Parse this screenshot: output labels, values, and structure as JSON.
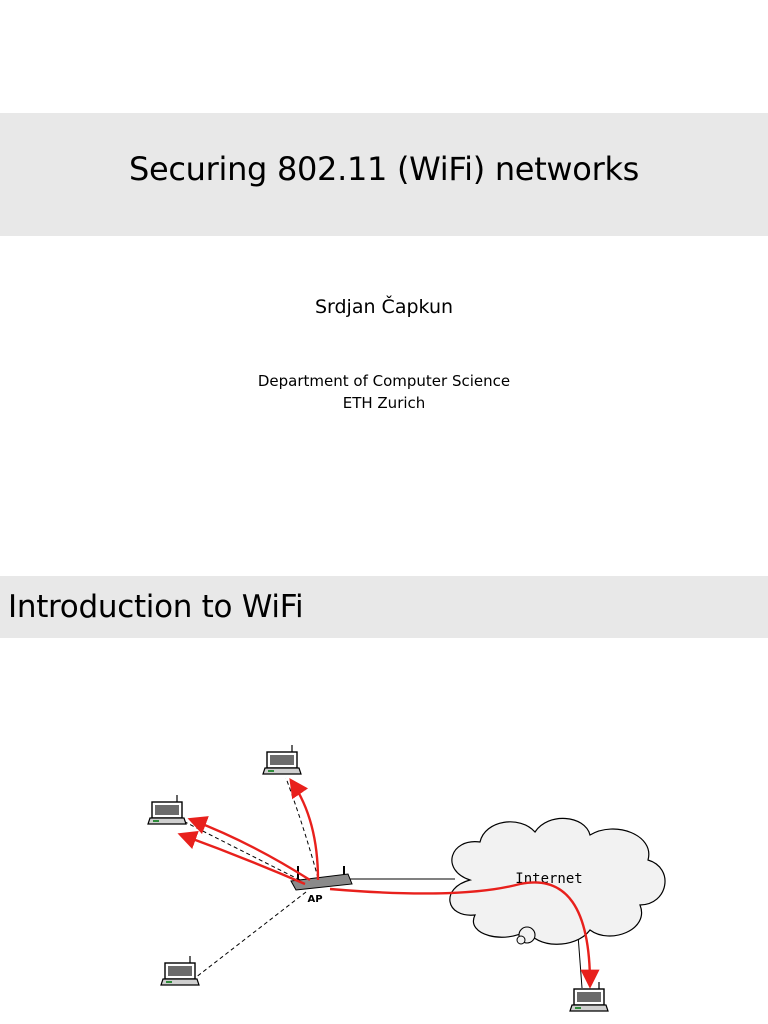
{
  "slide1": {
    "title": "Securing 802.11 (WiFi) networks",
    "author": "Srdjan Čapkun",
    "department": "Department of Computer Science",
    "institution": "ETH Zurich"
  },
  "slide2": {
    "title": "Introduction to WiFi",
    "diagram": {
      "ap_label": "AP",
      "cloud_label": "Internet",
      "icons": [
        "laptop-icon",
        "access-point-icon",
        "cloud-icon"
      ],
      "colors": {
        "traffic": "#e8201c",
        "link": "#000000",
        "cloud_fill": "#f2f2f2"
      }
    }
  }
}
